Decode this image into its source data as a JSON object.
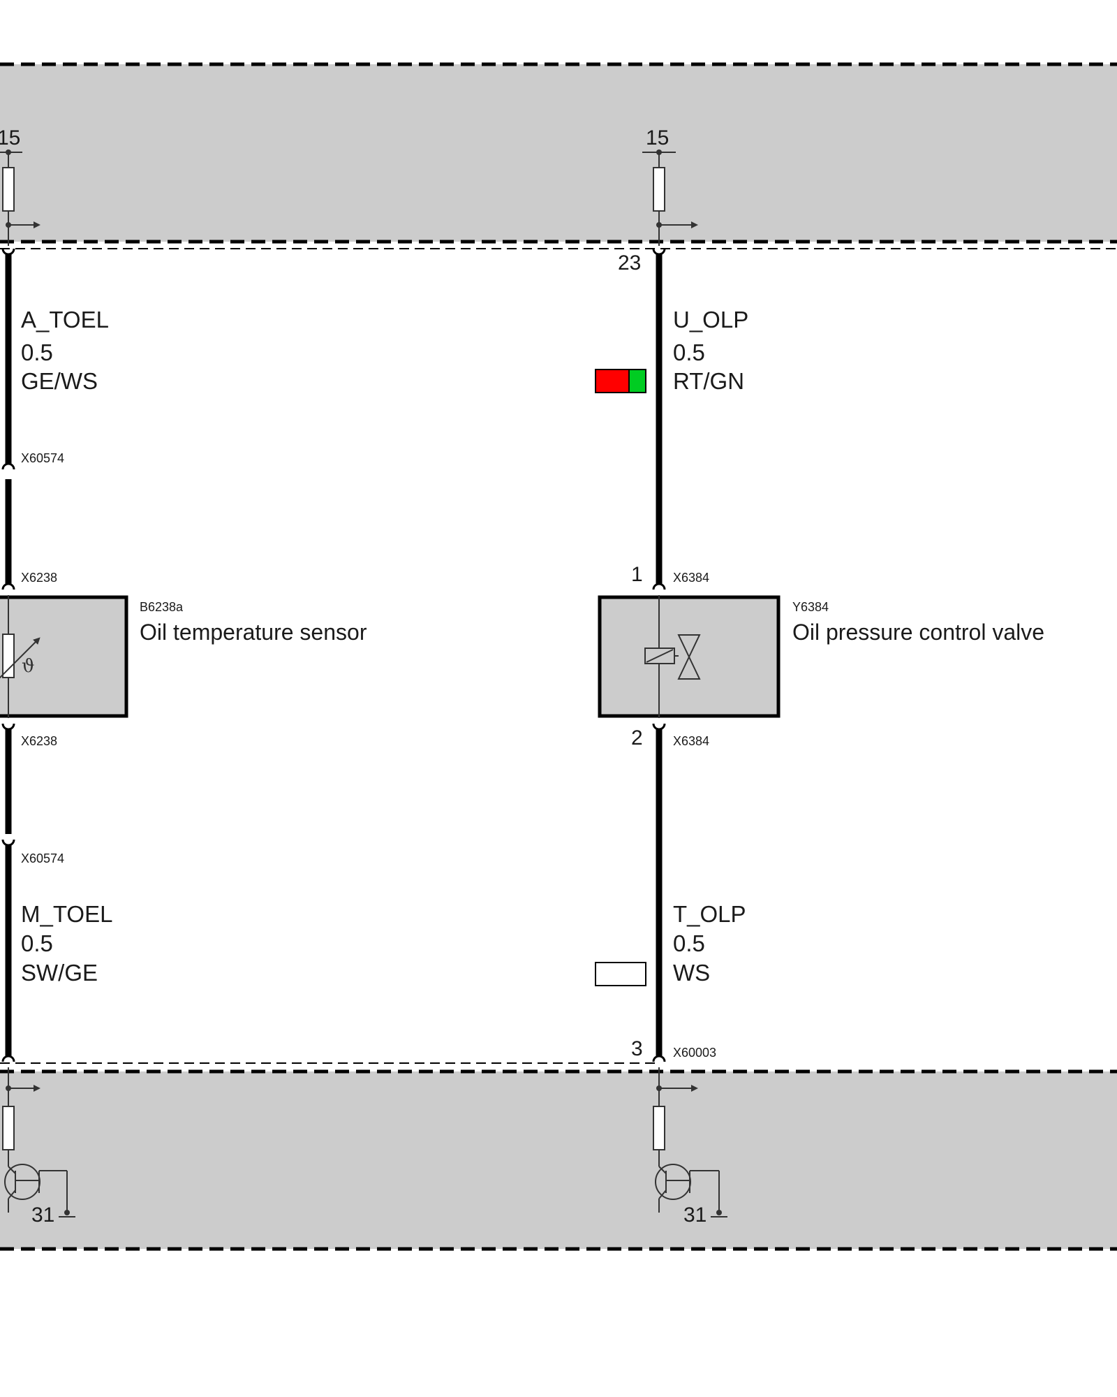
{
  "colors": {
    "ecu_fill": "#cccccc",
    "component_fill": "#cccccc",
    "wire": "#000000",
    "wire_red": "#ff0000",
    "wire_green": "#00cc22",
    "wire_white": "#ffffff"
  },
  "left_circuit": {
    "supply_terminal": "15",
    "top_wire": {
      "signal": "A_TOEL",
      "size": "0.5",
      "color_code": "GE/WS"
    },
    "connector_upper": "X60574",
    "sensor_connector_top": "X6238",
    "sensor_connector_bottom": "X6238",
    "component_id": "B6238a",
    "component_name": "Oil temperature sensor",
    "component_symbol": "ϑ",
    "connector_lower": "X60574",
    "bottom_wire": {
      "signal": "M_TOEL",
      "size": "0.5",
      "color_code": "SW/GE"
    },
    "ground_terminal": "31"
  },
  "right_circuit": {
    "supply_terminal": "15",
    "ecu_pin_top": "23",
    "top_wire": {
      "signal": "U_OLP",
      "size": "0.5",
      "color_code": "RT/GN"
    },
    "valve_pin_top": "1",
    "valve_connector_top": "X6384",
    "component_id": "Y6384",
    "component_name": "Oil pressure control valve",
    "valve_pin_bottom": "2",
    "valve_connector_bottom": "X6384",
    "bottom_wire": {
      "signal": "T_OLP",
      "size": "0.5",
      "color_code": "WS"
    },
    "ecu_pin_bottom": "3",
    "ecu_connector_bottom": "X60003",
    "ground_terminal": "31"
  }
}
